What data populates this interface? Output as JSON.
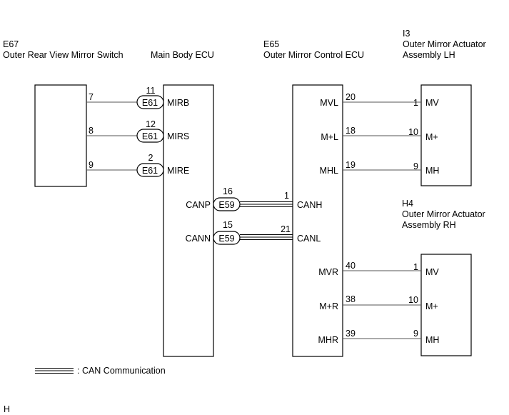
{
  "components": {
    "e67": {
      "code": "E67",
      "name": "Outer Rear View Mirror Switch"
    },
    "main_body": {
      "name": "Main Body ECU"
    },
    "e65": {
      "code": "E65",
      "name": "Outer Mirror Control ECU"
    },
    "i3": {
      "code": "I3",
      "name_line1": "Outer Mirror Actuator",
      "name_line2": "Assembly LH"
    },
    "h4": {
      "code": "H4",
      "name_line1": "Outer Mirror Actuator",
      "name_line2": "Assembly RH"
    }
  },
  "switch_wires": [
    {
      "switch_pin": "7",
      "ecu_pin": "11",
      "connector": "E61",
      "terminal": "MIRB"
    },
    {
      "switch_pin": "8",
      "ecu_pin": "12",
      "connector": "E61",
      "terminal": "MIRS"
    },
    {
      "switch_pin": "9",
      "ecu_pin": "2",
      "connector": "E61",
      "terminal": "MIRE"
    }
  ],
  "can_wires": [
    {
      "body_terminal": "CANP",
      "body_pin": "16",
      "connector": "E59",
      "ecu_pin": "1",
      "ecu_terminal": "CANH"
    },
    {
      "body_terminal": "CANN",
      "body_pin": "15",
      "connector": "E59",
      "ecu_pin": "21",
      "ecu_terminal": "CANL"
    }
  ],
  "lh_wires": [
    {
      "ecu_terminal": "MVL",
      "ecu_pin": "20",
      "act_pin": "1",
      "act_terminal": "MV"
    },
    {
      "ecu_terminal": "M+L",
      "ecu_pin": "18",
      "act_pin": "10",
      "act_terminal": "M+"
    },
    {
      "ecu_terminal": "MHL",
      "ecu_pin": "19",
      "act_pin": "9",
      "act_terminal": "MH"
    }
  ],
  "rh_wires": [
    {
      "ecu_terminal": "MVR",
      "ecu_pin": "40",
      "act_pin": "1",
      "act_terminal": "MV"
    },
    {
      "ecu_terminal": "M+R",
      "ecu_pin": "38",
      "act_pin": "10",
      "act_terminal": "M+"
    },
    {
      "ecu_terminal": "MHR",
      "ecu_pin": "39",
      "act_pin": "9",
      "act_terminal": "MH"
    }
  ],
  "legend": {
    "label": ": CAN Communication"
  },
  "footer": {
    "code": "H"
  }
}
